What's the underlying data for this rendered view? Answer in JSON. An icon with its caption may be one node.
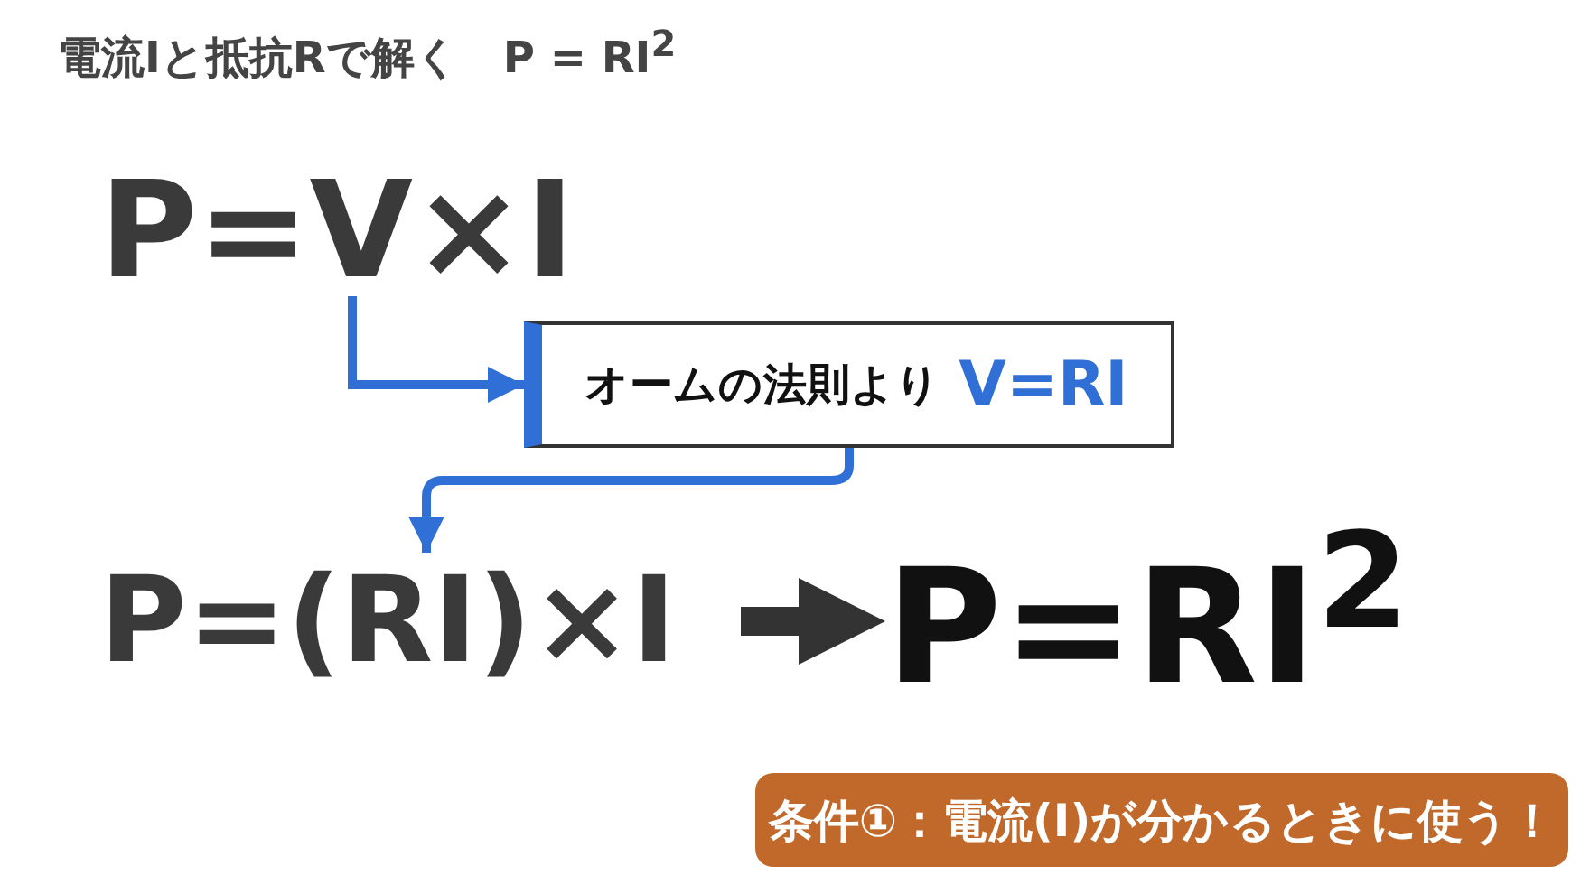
{
  "diagram": {
    "title": "電流Iと抵抗Rで解く　P = RI$^{2}$",
    "nodes": [
      {
        "text": [
          "P=V×I"
        ]
      },
      {
        "text": [
          "オームの法則より",
          "V=RI"
        ]
      },
      {
        "text": [
          "P=(RI)×I"
        ]
      },
      {
        "text": [
          "P=RI$^{2}$"
        ]
      },
      {
        "text": [
          "条件①：電流(I)が分かるときに使う！"
        ]
      }
    ],
    "edges": [
      {
        "from": 0,
        "to": 1,
        "arrow": "to"
      },
      {
        "from": 1,
        "to": 2,
        "arrow": "to"
      },
      {
        "from": 2,
        "to": 3,
        "arrow": "to",
        "style": "thick",
        "color": "#333333"
      }
    ]
  }
}
